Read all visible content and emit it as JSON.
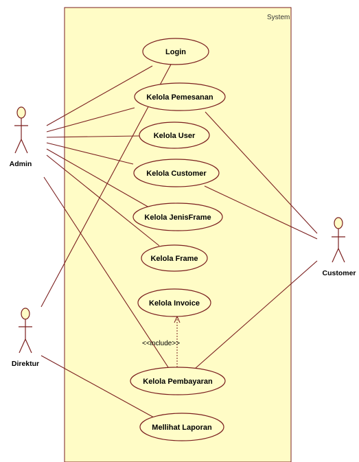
{
  "system": {
    "label": "System"
  },
  "actors": {
    "admin": "Admin",
    "direktur": "Direktur",
    "customer": "Customer"
  },
  "use_cases": {
    "login": "Login",
    "kelola_pemesanan": "Kelola Pemesanan",
    "kelola_user": "Kelola User",
    "kelola_customer": "Kelola Customer",
    "kelola_jenisframe": "Kelola JenisFrame",
    "kelola_frame": "Kelola Frame",
    "kelola_invoice": "Kelola Invoice",
    "kelola_pembayaran": "Kelola Pembayaran",
    "melihat_laporan": "Mellihat Laporan"
  },
  "relations": {
    "include_label": "<<include>>"
  },
  "colors": {
    "boundary_fill": "#fffcc6",
    "ellipse_fill": "#fffdc8",
    "line": "#7a1e1e",
    "actor_fill": "#fffcc6"
  }
}
